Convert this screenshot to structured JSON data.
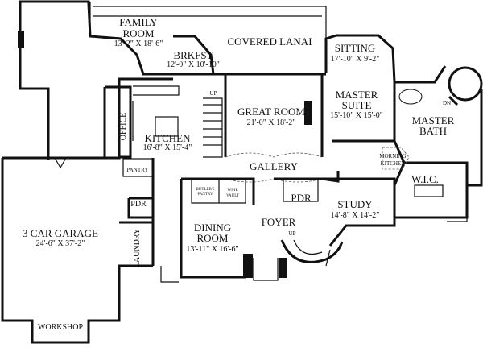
{
  "rooms": {
    "family_room": {
      "name1": "FAMILY",
      "name2": "ROOM",
      "dims": "13'-2\" X 18'-6\""
    },
    "covered_lanai": {
      "name": "COVERED LANAI"
    },
    "brkfst": {
      "name": "BRKFST",
      "dims": "12'-0\" X 10'-10\""
    },
    "sitting": {
      "name": "SITTING",
      "dims": "17'-10\" X 9'-2\""
    },
    "master_suite": {
      "name1": "MASTER",
      "name2": "SUITE",
      "dims": "15'-10\" X 15'-0\""
    },
    "master_bath": {
      "name1": "MASTER",
      "name2": "BATH",
      "stair": "DN"
    },
    "morning_kitchen": {
      "name1": "MORNING",
      "name2": "KITCHEN"
    },
    "great_room": {
      "name": "GREAT ROOM",
      "dims": "21'-0\" X 18'-2\""
    },
    "kitchen": {
      "name": "KITCHEN",
      "dims": "16'-8\" X 15'-4\""
    },
    "office": {
      "name": "OFFICE"
    },
    "rear_stair": {
      "label": "UP"
    },
    "gallery": {
      "name": "GALLERY"
    },
    "pantry": {
      "name": "PANTRY"
    },
    "butlers_pantry": {
      "name1": "BUTLER'S",
      "name2": "PANTRY"
    },
    "wine_vault": {
      "name1": "WINE",
      "name2": "VAULT"
    },
    "pdr_right": {
      "name": "PDR"
    },
    "pdr_left": {
      "name": "PDR"
    },
    "study": {
      "name": "STUDY",
      "dims": "14'-8\" X 14'-2\""
    },
    "foyer": {
      "name": "FOYER",
      "stair": "UP"
    },
    "garage": {
      "name": "3 CAR GARAGE",
      "dims": "24'-6\" X 37'-2\""
    },
    "laundry": {
      "name": "LAUNDRY"
    },
    "dining_room": {
      "name1": "DINING",
      "name2": "ROOM",
      "dims": "13'-11\" X 16'-6\""
    },
    "workshop": {
      "name": "WORKSHOP"
    },
    "wic": {
      "name": "W.I.C."
    }
  }
}
